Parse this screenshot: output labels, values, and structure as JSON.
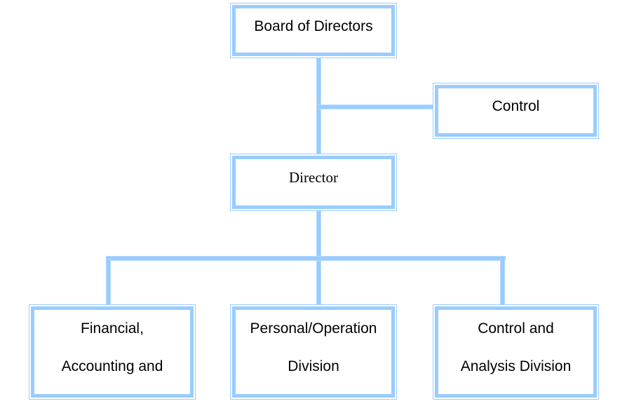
{
  "diagram": {
    "nodes": {
      "board": {
        "label": "Board of Directors"
      },
      "control": {
        "label": "Control"
      },
      "director": {
        "label": "Director"
      },
      "financial": {
        "line1": "Financial,",
        "line2": "Accounting and"
      },
      "personal": {
        "line1": "Personal/Operation",
        "line2": "Division"
      },
      "analysis": {
        "line1": "Control and",
        "line2": "Analysis Division"
      }
    },
    "connectors": [
      {
        "from": "board",
        "to": "director"
      },
      {
        "from": "board",
        "to": "control"
      },
      {
        "from": "director",
        "to": "financial"
      },
      {
        "from": "director",
        "to": "personal"
      },
      {
        "from": "director",
        "to": "analysis"
      }
    ],
    "colors": {
      "box_border": "#99ccff",
      "connector": "#99ccff",
      "text": "#000000",
      "background": "#ffffff"
    }
  }
}
